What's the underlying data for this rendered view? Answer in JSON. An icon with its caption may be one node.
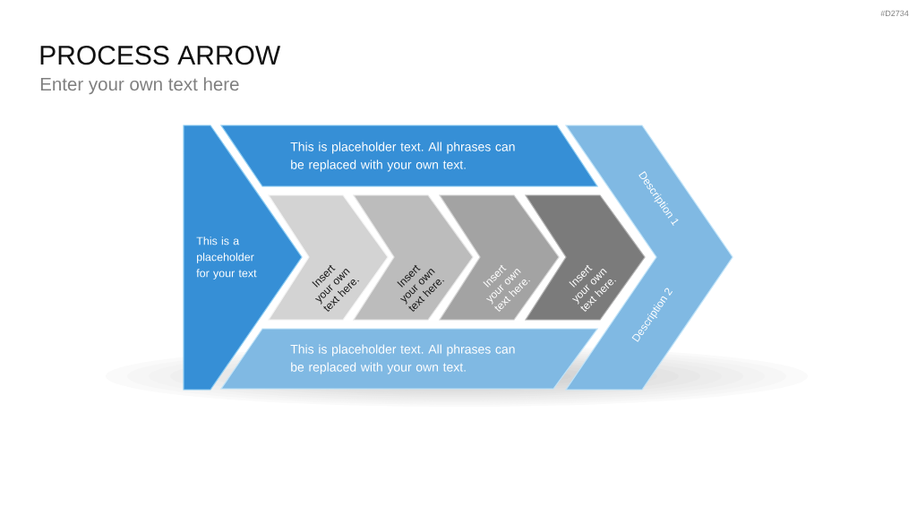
{
  "diagram": {
    "title": "PROCESS ARROW",
    "nodes": [
      {
        "text": [
          "This is a placeholder for your text"
        ]
      },
      {
        "text": [
          "This is placeholder text. All phrases can be replaced with your own text."
        ]
      },
      {
        "text": [
          "Insert your own text here."
        ]
      },
      {
        "text": [
          "Insert your own text here."
        ]
      },
      {
        "text": [
          "Insert your own text here."
        ]
      },
      {
        "text": [
          "Insert your own text here."
        ]
      },
      {
        "text": [
          "This is placeholder text. All phrases can be replaced with your own text."
        ]
      },
      {
        "text": [
          "Description 1",
          "Description 2"
        ]
      }
    ],
    "labels": [
      "#D2734",
      "Enter your own text here"
    ]
  }
}
